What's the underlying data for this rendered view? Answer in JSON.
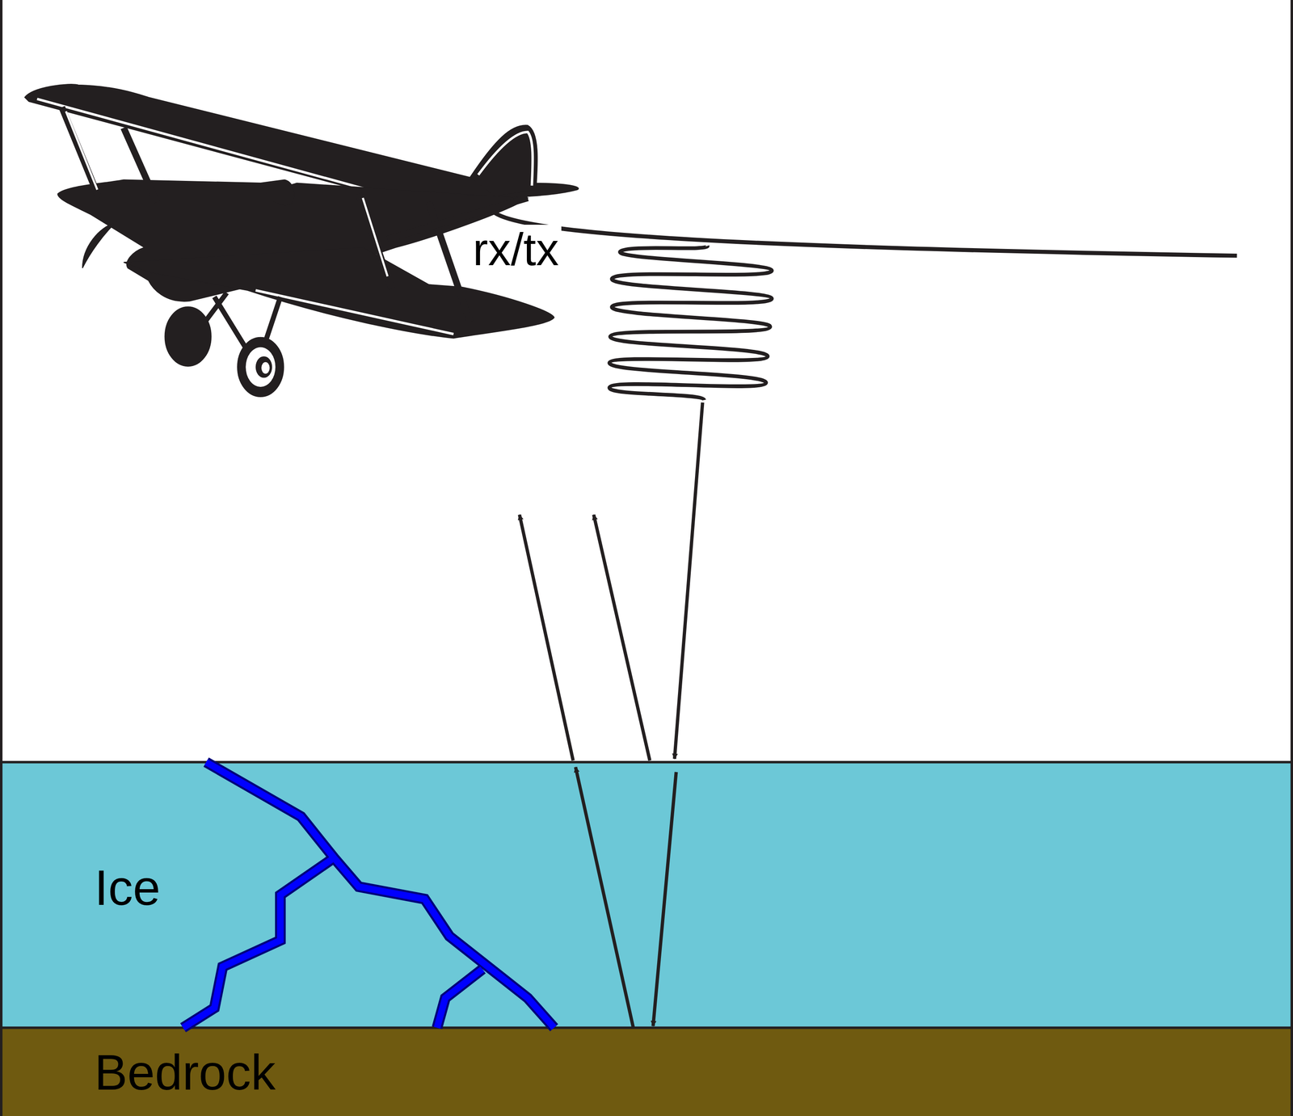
{
  "diagram": {
    "nodes": [
      {
        "text": [
          "Ice"
        ]
      },
      {
        "text": [
          "Bedrock"
        ]
      }
    ],
    "labels": [
      "rx/tx"
    ]
  }
}
